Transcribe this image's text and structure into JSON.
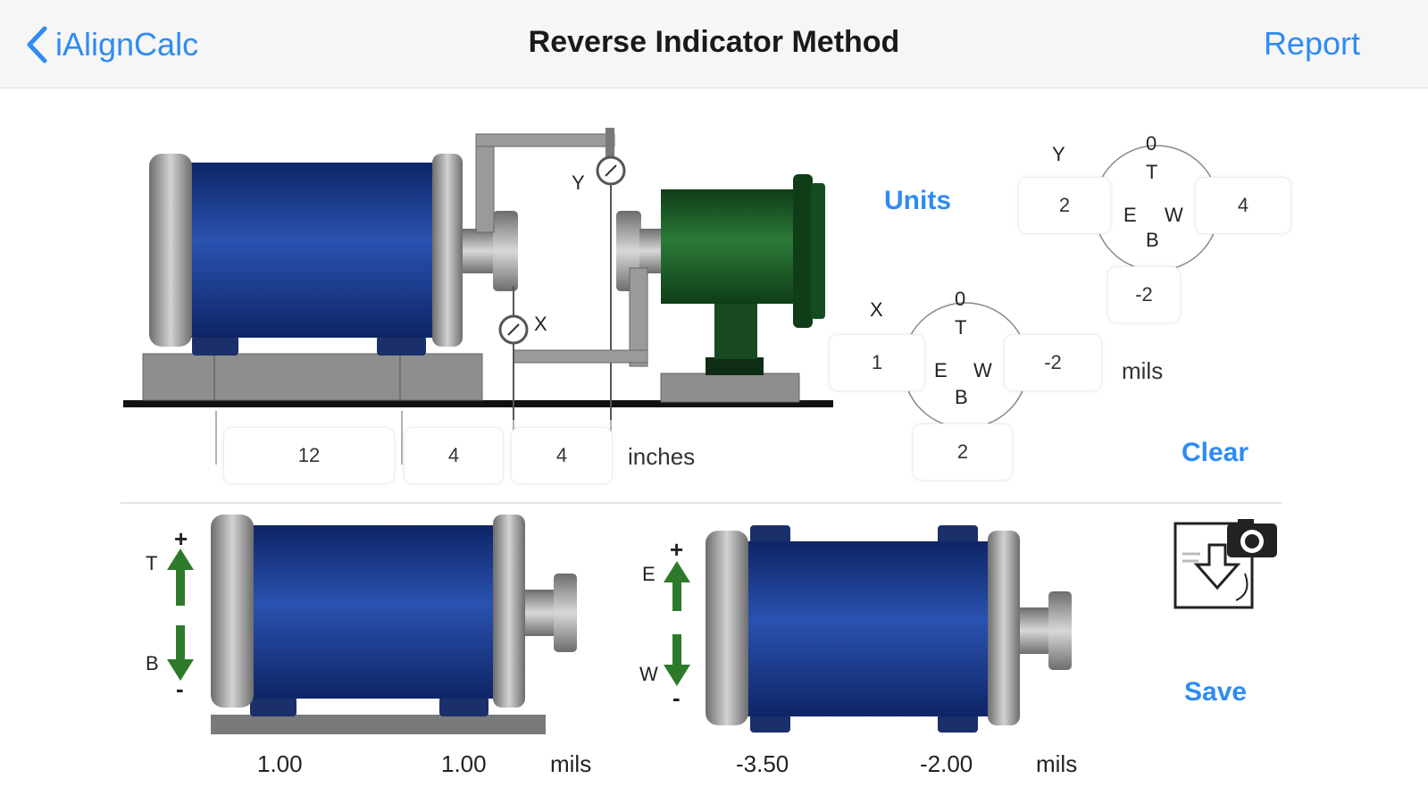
{
  "nav": {
    "back_label": "iAlignCalc",
    "title": "Reverse Indicator Method",
    "report_label": "Report"
  },
  "colors": {
    "accent": "#2f8bf3",
    "motor_blue": "#1b3f94",
    "pump_green": "#1d5a2a",
    "steel_gray": "#8c8c8c",
    "arrow_green": "#2d7a2b"
  },
  "setup": {
    "units_label": "Units",
    "clear_label": "Clear",
    "save_label": "Save",
    "dimensions": {
      "d1": "12",
      "d2": "4",
      "d3": "4",
      "unit": "inches"
    },
    "indicator_labels": {
      "y": "Y",
      "x": "X"
    },
    "dial_y": {
      "label": "Y",
      "zero": "0",
      "t": "T",
      "e": "E",
      "w": "W",
      "b": "B",
      "east_value": "2",
      "west_value": "4",
      "bottom_value": "-2"
    },
    "dial_x": {
      "label": "X",
      "zero": "0",
      "t": "T",
      "e": "E",
      "w": "W",
      "b": "B",
      "east_value": "1",
      "west_value": "-2",
      "bottom_value": "2"
    },
    "readings_unit": "mils"
  },
  "results": {
    "vertical": {
      "t_label": "T",
      "b_label": "B",
      "plus": "+",
      "minus": "-",
      "front": "1.00",
      "back": "1.00",
      "unit": "mils"
    },
    "horizontal": {
      "e_label": "E",
      "w_label": "W",
      "plus": "+",
      "minus": "-",
      "front": "-3.50",
      "back": "-2.00",
      "unit": "mils"
    }
  }
}
